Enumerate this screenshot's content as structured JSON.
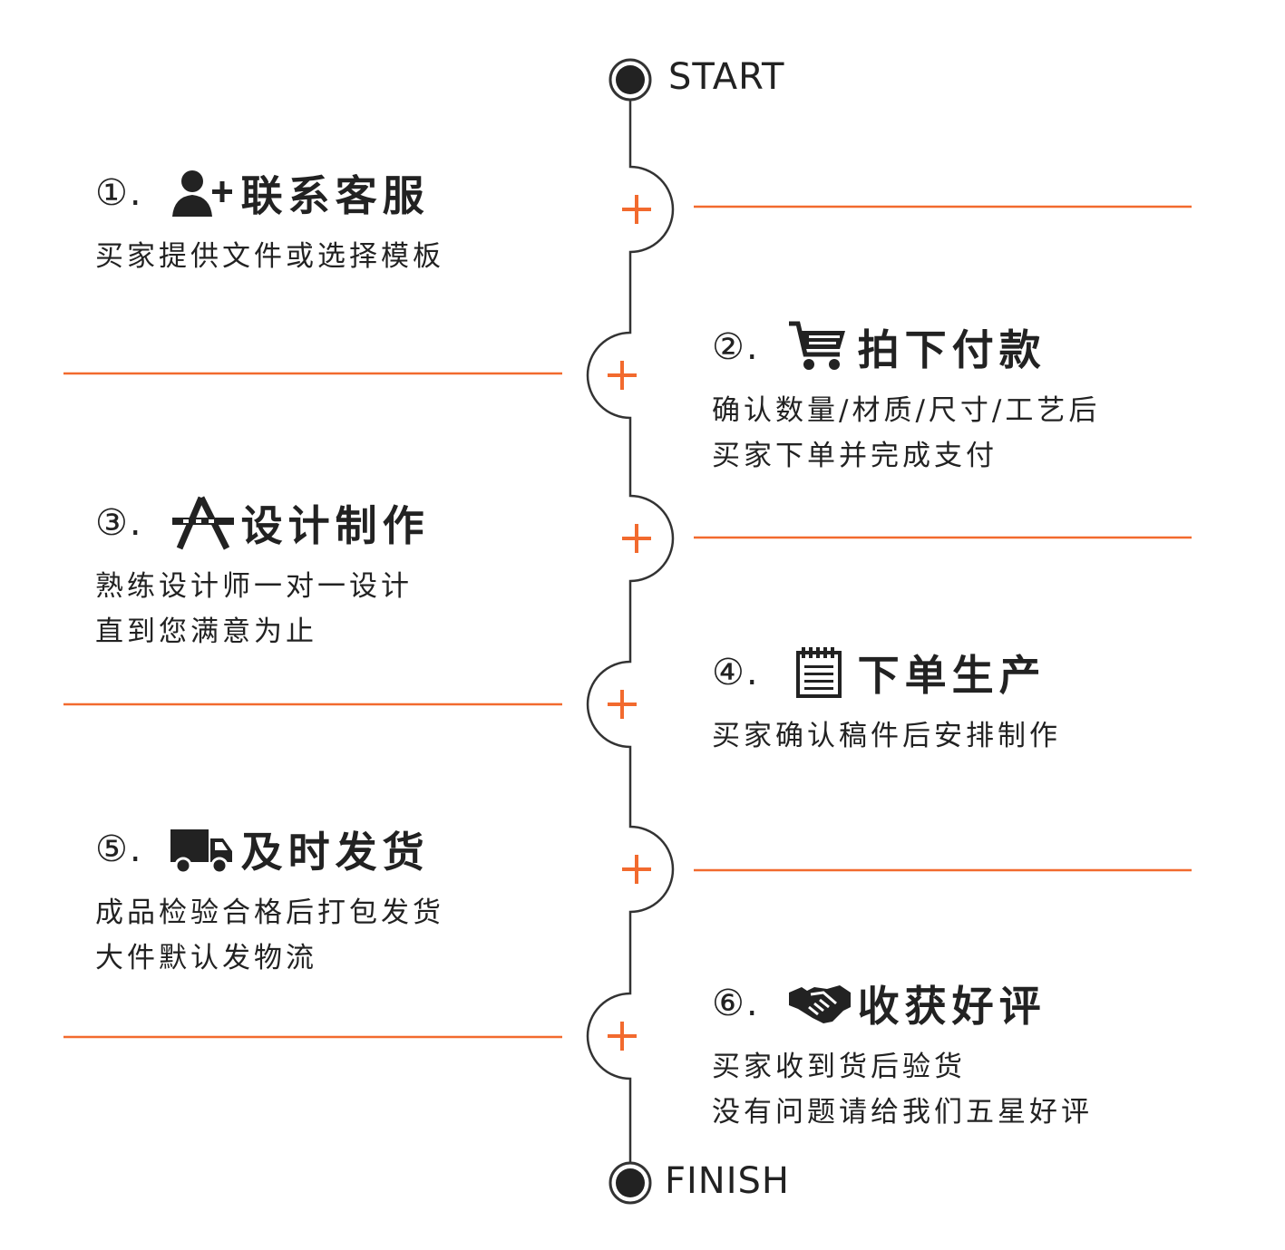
{
  "start_label": "START",
  "finish_label": "FINISH",
  "colors": {
    "accent": "#f26a2e",
    "line": "#333333",
    "text": "#222222"
  },
  "steps": [
    {
      "number": "①.",
      "icon": "add-user-icon",
      "title": "联系客服",
      "desc": [
        "买家提供文件或选择模板"
      ]
    },
    {
      "number": "②.",
      "icon": "shopping-cart-icon",
      "title": "拍下付款",
      "desc": [
        "确认数量/材质/尺寸/工艺后",
        "买家下单并完成支付"
      ]
    },
    {
      "number": "③.",
      "icon": "design-tools-icon",
      "title": "设计制作",
      "desc": [
        "熟练设计师一对一设计",
        "直到您满意为止"
      ]
    },
    {
      "number": "④.",
      "icon": "notepad-icon",
      "title": "下单生产",
      "desc": [
        "买家确认稿件后安排制作"
      ]
    },
    {
      "number": "⑤.",
      "icon": "delivery-truck-icon",
      "title": "及时发货",
      "desc": [
        "成品检验合格后打包发货",
        "大件默认发物流"
      ]
    },
    {
      "number": "⑥.",
      "icon": "handshake-icon",
      "title": "收获好评",
      "desc": [
        "买家收到货后验货",
        "没有问题请给我们五星好评"
      ]
    }
  ]
}
